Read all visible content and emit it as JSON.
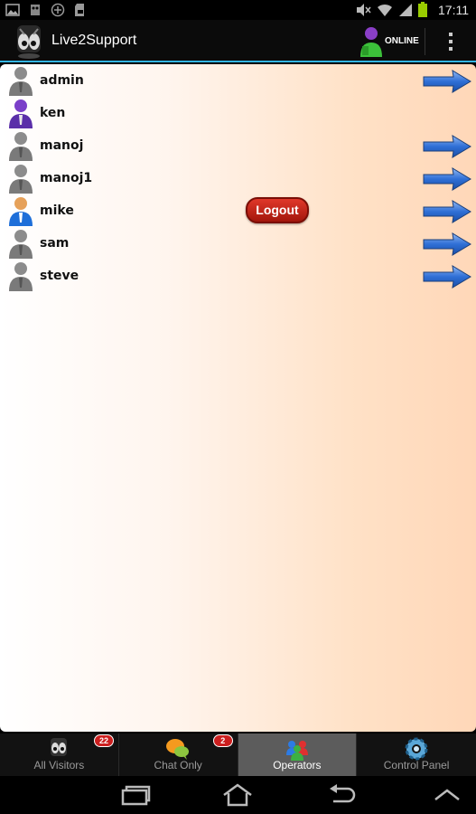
{
  "statusbar": {
    "time": "17:11"
  },
  "app": {
    "title": "Live2Support",
    "status": "ONLINE"
  },
  "operators": [
    {
      "name": "admin",
      "avatar": "operator-gray",
      "has_arrow": true
    },
    {
      "name": "ken",
      "avatar": "operator-purple",
      "has_arrow": false
    },
    {
      "name": "manoj",
      "avatar": "operator-gray",
      "has_arrow": true
    },
    {
      "name": "manoj1",
      "avatar": "operator-gray",
      "has_arrow": true
    },
    {
      "name": "mike",
      "avatar": "operator-blue",
      "has_arrow": true
    },
    {
      "name": "sam",
      "avatar": "operator-gray",
      "has_arrow": true
    },
    {
      "name": "steve",
      "avatar": "operator-gray",
      "has_arrow": true
    }
  ],
  "logout_label": "Logout",
  "tabs": [
    {
      "label": "All Visitors",
      "badge": "22",
      "icon": "visitors-icon"
    },
    {
      "label": "Chat Only",
      "badge": "2",
      "icon": "chat-bubbles-icon"
    },
    {
      "label": "Operators",
      "badge": "",
      "icon": "operators-icon"
    },
    {
      "label": "Control Panel",
      "badge": "",
      "icon": "gear-icon"
    }
  ],
  "colors": {
    "accent": "#33b5e5",
    "logout": "#c0261a",
    "badge": "#cc1f1f",
    "arrow": "#2f6fd6"
  }
}
